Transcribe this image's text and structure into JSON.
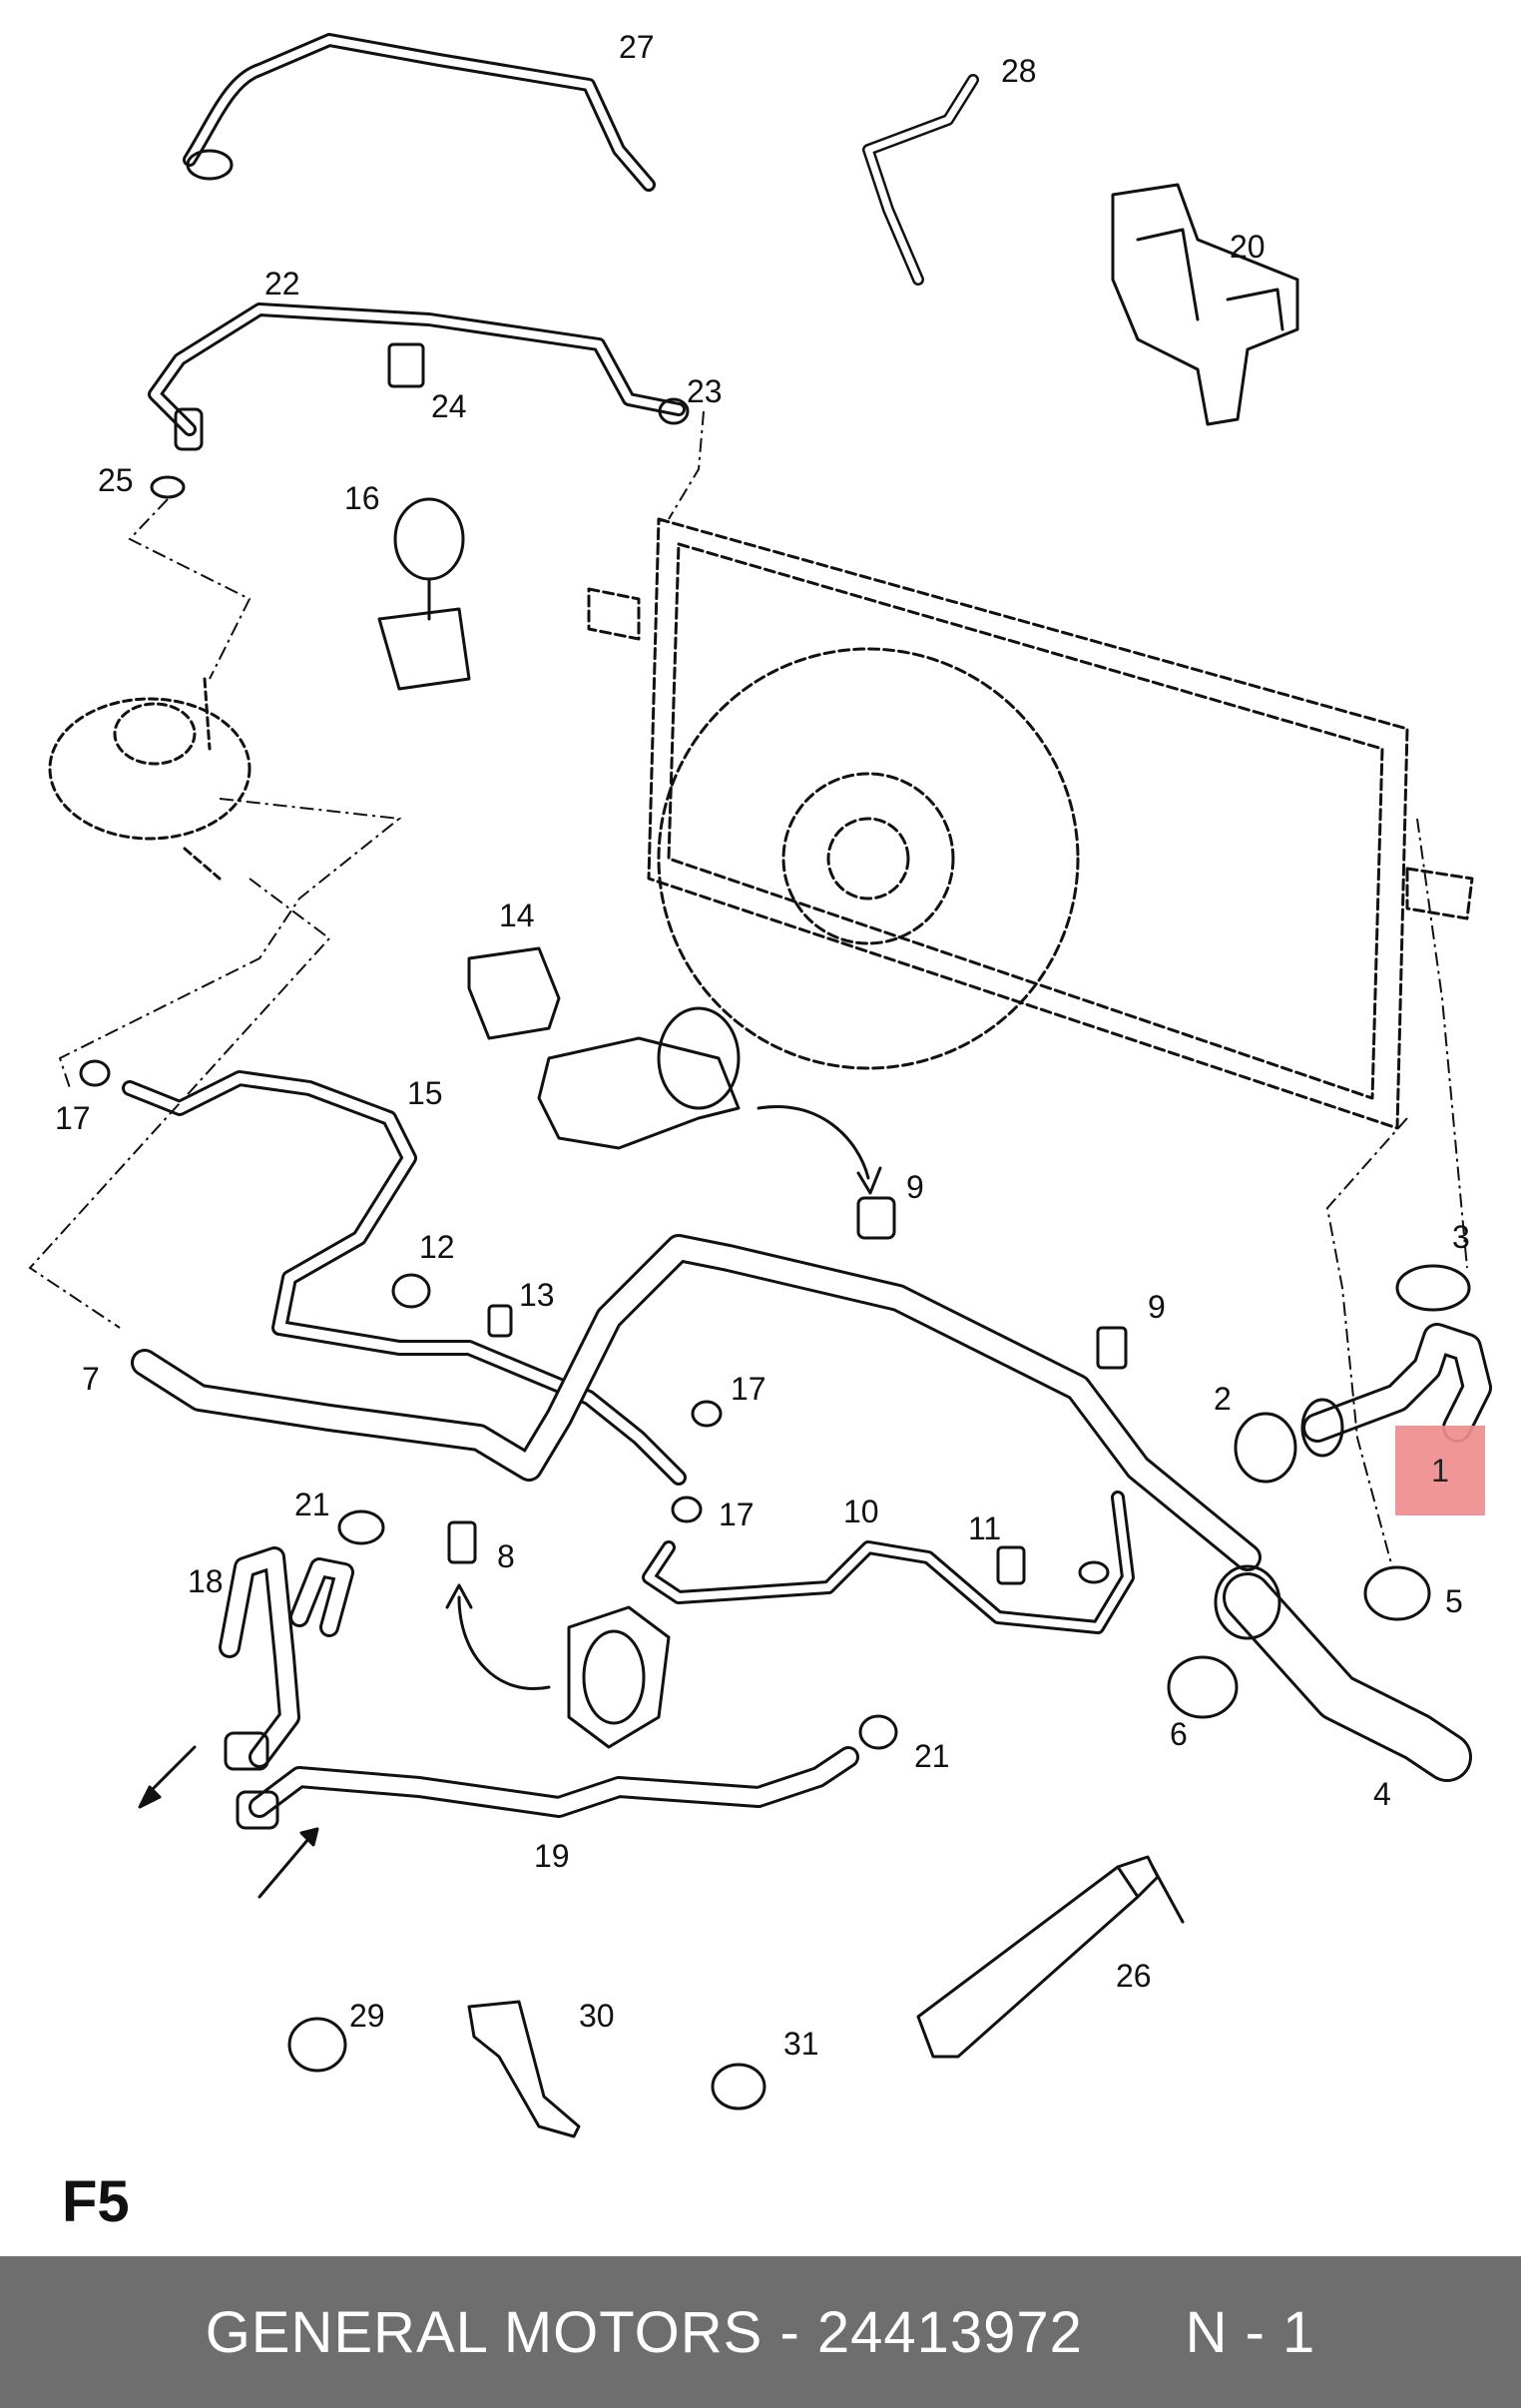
{
  "diagram": {
    "callouts": [
      {
        "id": "c27",
        "text": "27"
      },
      {
        "id": "c28",
        "text": "28"
      },
      {
        "id": "c20",
        "text": "20"
      },
      {
        "id": "c22",
        "text": "22"
      },
      {
        "id": "c24",
        "text": "24"
      },
      {
        "id": "c23",
        "text": "23"
      },
      {
        "id": "c25",
        "text": "25"
      },
      {
        "id": "c16",
        "text": "16"
      },
      {
        "id": "c14",
        "text": "14"
      },
      {
        "id": "c15",
        "text": "15"
      },
      {
        "id": "c17a",
        "text": "17"
      },
      {
        "id": "c9a",
        "text": "9"
      },
      {
        "id": "c3",
        "text": "3"
      },
      {
        "id": "c12",
        "text": "12"
      },
      {
        "id": "c13",
        "text": "13"
      },
      {
        "id": "c9b",
        "text": "9"
      },
      {
        "id": "c7",
        "text": "7"
      },
      {
        "id": "c17b",
        "text": "17"
      },
      {
        "id": "c2",
        "text": "2"
      },
      {
        "id": "c17c",
        "text": "17"
      },
      {
        "id": "c10",
        "text": "10"
      },
      {
        "id": "c11",
        "text": "11"
      },
      {
        "id": "c21a",
        "text": "21"
      },
      {
        "id": "c18",
        "text": "18"
      },
      {
        "id": "c8",
        "text": "8"
      },
      {
        "id": "c5",
        "text": "5"
      },
      {
        "id": "c6",
        "text": "6"
      },
      {
        "id": "c4",
        "text": "4"
      },
      {
        "id": "c21b",
        "text": "21"
      },
      {
        "id": "c19",
        "text": "19"
      },
      {
        "id": "c26",
        "text": "26"
      },
      {
        "id": "c29",
        "text": "29"
      },
      {
        "id": "c30",
        "text": "30"
      },
      {
        "id": "c31",
        "text": "31"
      }
    ],
    "highlight": {
      "text": "1",
      "color": "#f08d8d"
    },
    "page_code": "F5"
  },
  "footer": {
    "text": "GENERAL MOTORS - 24413972      N - 1",
    "background": "#6e6e6e"
  }
}
